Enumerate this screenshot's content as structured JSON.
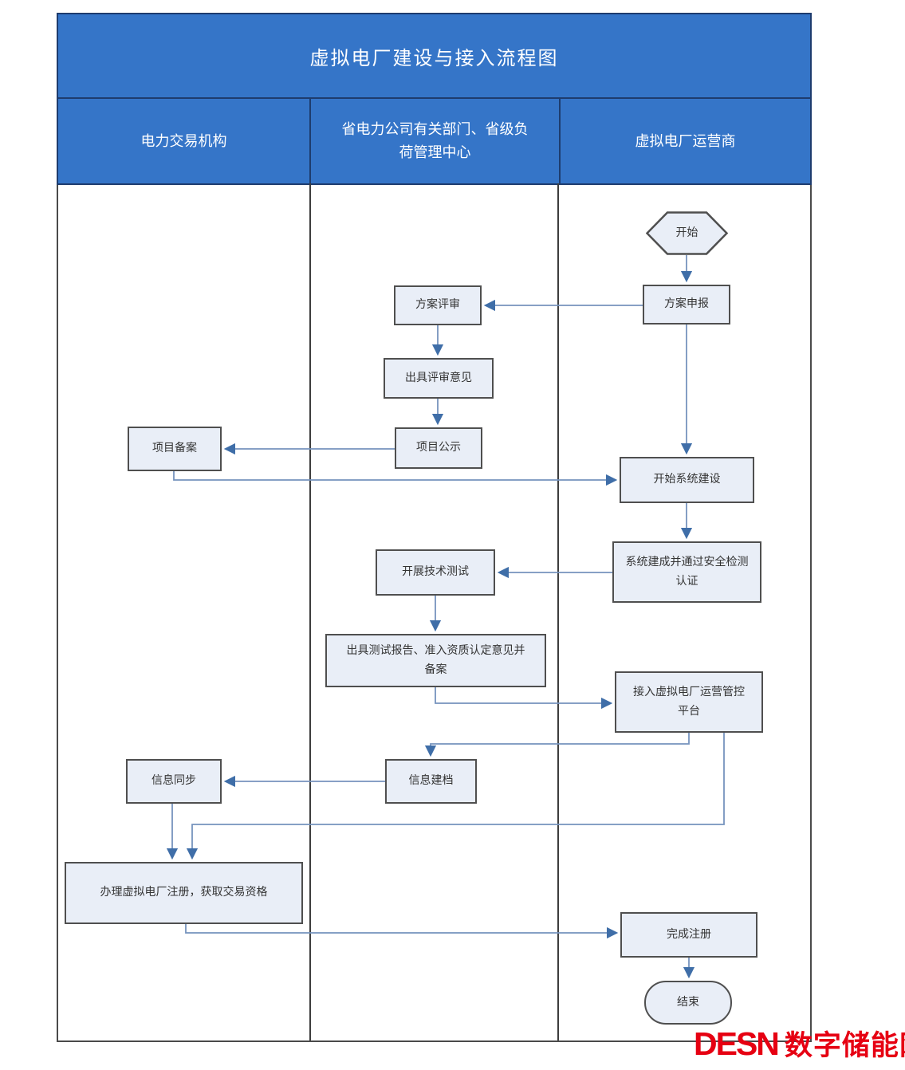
{
  "diagram": {
    "title": "虚拟电厂建设与接入流程图",
    "lanes": {
      "trading_institution": "电力交易机构",
      "provincial_departments": "省电力公司有关部门、省级负\n荷管理中心",
      "vpp_operator": "虚拟电厂运营商"
    },
    "nodes": {
      "start": {
        "label": "开始",
        "shape": "hexagon"
      },
      "plan_declare": {
        "label": "方案申报",
        "shape": "process"
      },
      "plan_review": {
        "label": "方案评审",
        "shape": "process"
      },
      "review_opinion": {
        "label": "出具评审意见",
        "shape": "process"
      },
      "project_publicity": {
        "label": "项目公示",
        "shape": "process"
      },
      "project_filing": {
        "label": "项目备案",
        "shape": "process"
      },
      "system_build": {
        "label": "开始系统建设",
        "shape": "process"
      },
      "system_certified": {
        "label": "系统建成并通过安全检测\n认证",
        "shape": "process"
      },
      "tech_testing": {
        "label": "开展技术测试",
        "shape": "process"
      },
      "test_report": {
        "label": "出具测试报告、准入资质认定意见并\n备案",
        "shape": "process"
      },
      "access_platform": {
        "label": "接入虚拟电厂运营管控\n平台",
        "shape": "process"
      },
      "info_archive": {
        "label": "信息建档",
        "shape": "process"
      },
      "info_sync": {
        "label": "信息同步",
        "shape": "process"
      },
      "vpp_register": {
        "label": "办理虚拟电厂注册，获取交易资格",
        "shape": "process"
      },
      "complete_register": {
        "label": "完成注册",
        "shape": "process"
      },
      "end": {
        "label": "结束",
        "shape": "terminator"
      }
    },
    "watermark": {
      "logo": "DESN",
      "site": "数字储能网"
    },
    "colors": {
      "header_blue": "#3575c8",
      "band_border": "#1e3c6e",
      "node_fill": "#e9eef7",
      "node_border": "#4f4f4f",
      "connector": "#7693bd",
      "arrowhead": "#3f6ea8",
      "watermark_red": "#e60012"
    }
  }
}
